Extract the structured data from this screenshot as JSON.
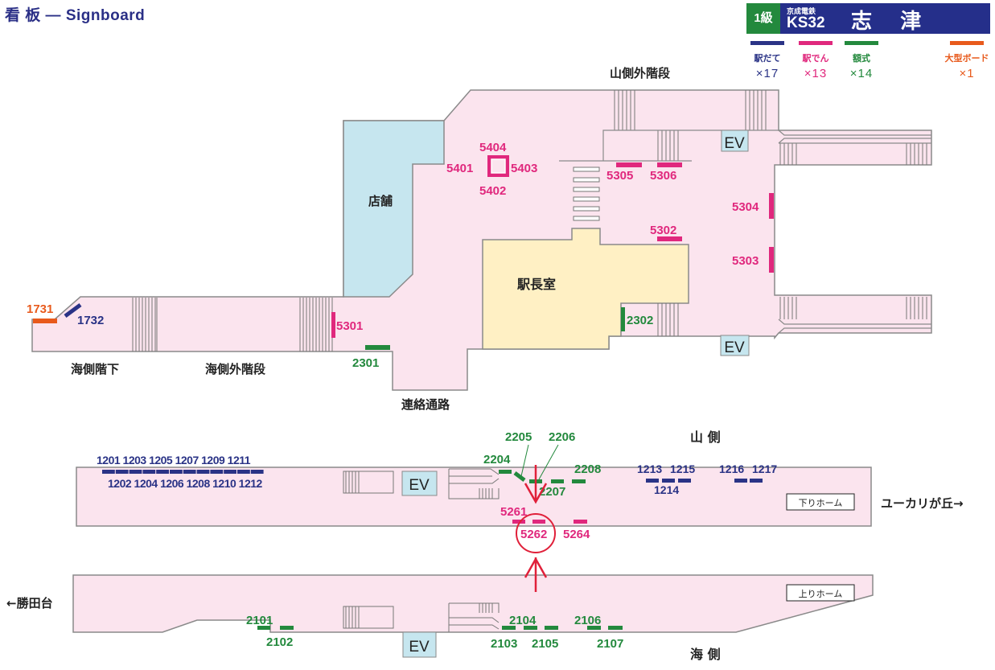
{
  "header": {
    "title": "看 板 ― Signboard",
    "grade": "1級",
    "company": "京成電鉄",
    "station_code": "KS32",
    "station_name": "志 津"
  },
  "legend": [
    {
      "label": "駅だて",
      "count": "×17",
      "color": "#2a3386"
    },
    {
      "label": "駅でん",
      "count": "×13",
      "color": "#e0287d"
    },
    {
      "label": "額式",
      "count": "×14",
      "color": "#23893d"
    },
    {
      "label": "大型ボード",
      "count": "×1",
      "color": "#e85a1c"
    }
  ],
  "colors": {
    "floor": "#fbe4ee",
    "shop": "#c6e6ef",
    "office": "#fff0c4",
    "outline": "#8a8a8a",
    "highlight": "#e0203a"
  },
  "concourse": {
    "areas": {
      "shop": "店舗",
      "station_master": "駅長室",
      "mountain_stairs": "山側外階段",
      "sea_stairs": "海側外階段",
      "sea_underpass": "海側階下",
      "connecting_passage": "連絡通路",
      "ev_upper": "EV",
      "ev_lower": "EV"
    },
    "signs": {
      "s1731": "1731",
      "s1732": "1732",
      "s5301": "5301",
      "s2301": "2301",
      "s5401": "5401",
      "s5402": "5402",
      "s5403": "5403",
      "s5404": "5404",
      "s5305": "5305",
      "s5306": "5306",
      "s5302": "5302",
      "s5304": "5304",
      "s5303": "5303",
      "s2302": "2302"
    }
  },
  "platforms": {
    "mountain_side": "山 側",
    "sea_side": "海 側",
    "down_platform": "下りホーム",
    "up_platform": "上りホーム",
    "to_yukarigaoka": "ユーカリが丘→",
    "to_katsutadai": "←勝田台",
    "ev_down": "EV",
    "ev_up": "EV",
    "down_signs": {
      "top_row": [
        "1201",
        "1203",
        "1205",
        "1207",
        "1209",
        "1211"
      ],
      "bottom_row": [
        "1202",
        "1204",
        "1206",
        "1208",
        "1210",
        "1212"
      ],
      "s1213": "1213",
      "s1214": "1214",
      "s1215": "1215",
      "s1216": "1216",
      "s1217": "1217",
      "s2204": "2204",
      "s2205": "2205",
      "s2206": "2206",
      "s2207": "2207",
      "s2208": "2208",
      "s5261": "5261",
      "s5262": "5262",
      "s5264": "5264"
    },
    "up_signs": {
      "s2101": "2101",
      "s2102": "2102",
      "s2103": "2103",
      "s2104": "2104",
      "s2105": "2105",
      "s2106": "2106",
      "s2107": "2107"
    },
    "highlighted_sign": "5262"
  }
}
